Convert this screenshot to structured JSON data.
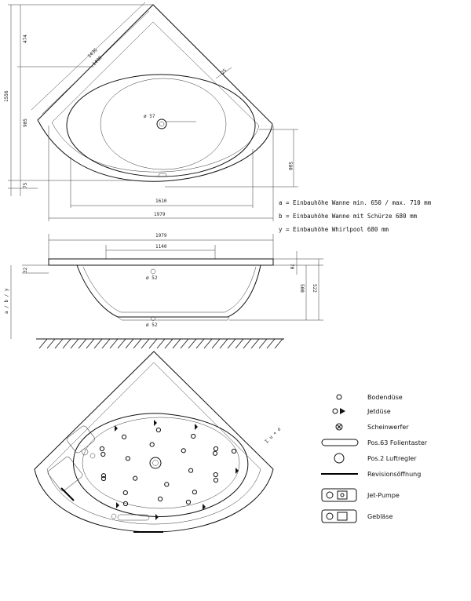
{
  "top_view": {
    "dims": {
      "d474": "474",
      "d1436": "1436",
      "d1400": "1400",
      "d1556": "1556",
      "d905": "905",
      "d75": "75",
      "d580": "580",
      "d1610": "1610",
      "d1979": "1979",
      "d25": "25"
    },
    "drain_label": "ø 57"
  },
  "notes": [
    "a = Einbauhöhe Wanne min. 650 / max. 710 mm",
    "b = Einbauhöhe Wanne mit Schürze 680 mm",
    "y = Einbauhöhe Whirlpool 680 mm"
  ],
  "side_view": {
    "dims": {
      "d1979": "1979",
      "d1140": "1140",
      "d32": "32",
      "d70": "70",
      "d500": "500",
      "d522": "522",
      "height_label": "a / b / y"
    },
    "drain_top_label": "ø 52",
    "drain_bottom_label": "ø 52"
  },
  "whirl_view": {
    "side_label": "Σ u + o"
  },
  "legend": [
    {
      "icon": "bottom-jet-icon",
      "label": "Bodendüse"
    },
    {
      "icon": "jet-nozzle-icon",
      "label": "Jetdüse"
    },
    {
      "icon": "spotlight-icon",
      "label": "Scheinwerfer"
    },
    {
      "icon": "foil-button-icon",
      "label": "Pos.63 Folientaster"
    },
    {
      "icon": "air-regulator-icon",
      "label": "Pos.2 Luftregler"
    },
    {
      "icon": "inspection-opening-icon",
      "label": "Revisionsöffnung"
    },
    {
      "icon": "jet-pump-icon",
      "label": "Jet-Pumpe"
    },
    {
      "icon": "blower-icon",
      "label": "Gebläse"
    }
  ]
}
